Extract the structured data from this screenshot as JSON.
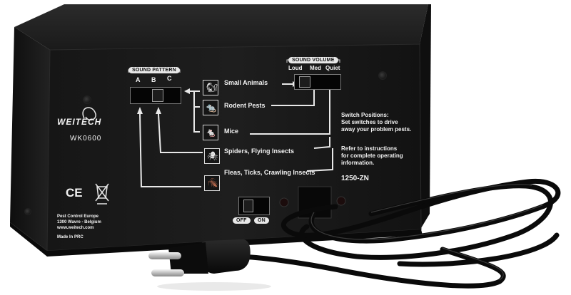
{
  "device": {
    "brand": "WEITECH",
    "model": "WK0600",
    "code": "1250-ZN",
    "certifications": [
      "CE"
    ]
  },
  "sound_pattern": {
    "title": "SOUND PATTERN",
    "positions": [
      "A",
      "B",
      "C"
    ]
  },
  "sound_volume": {
    "title": "SOUND VOLUME",
    "positions": [
      "Loud",
      "Med",
      "Quiet"
    ]
  },
  "targets": [
    {
      "label": "Small Animals",
      "icon": "squirrel-icon"
    },
    {
      "label": "Rodent Pests",
      "icon": "rat-icon"
    },
    {
      "label": "Mice",
      "icon": "mouse-icon"
    },
    {
      "label": "Spiders, Flying Insects",
      "icon": "spider-icon"
    },
    {
      "label": "Fleas, Ticks, Crawling Insects",
      "icon": "flea-icon"
    }
  ],
  "instructions": {
    "heading": "Switch Positions:",
    "line1": "Set switches to drive",
    "line2": "away your problem pests.",
    "line3": "Refer to instructions",
    "line4": "for complete operating",
    "line5": "information."
  },
  "power": {
    "off_label": "OFF",
    "on_label": "ON"
  },
  "manufacturer": {
    "line1": "Pest Control Europe",
    "line2": "1300 Wavre - Belgium",
    "line3": "www.weitech.com",
    "made_in": "Made In PRC"
  },
  "colors": {
    "body": "#1a1a1a",
    "panel": "#101010",
    "print": "#f0f0f0"
  }
}
